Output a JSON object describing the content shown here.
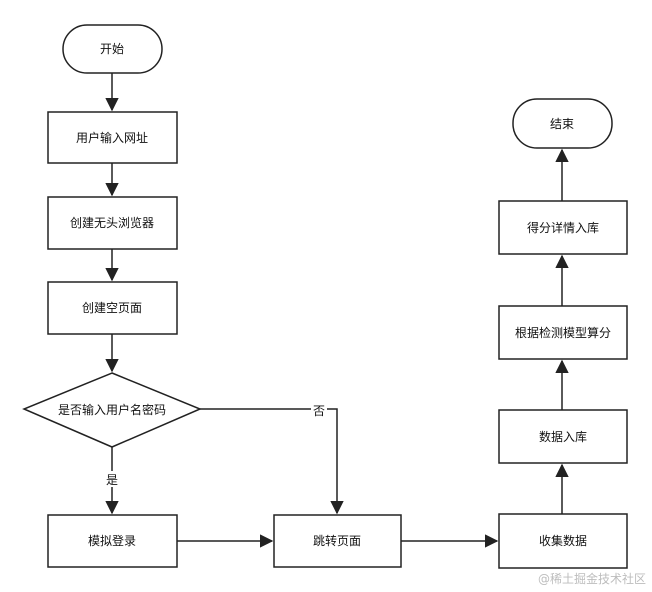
{
  "nodes": {
    "start": "开始",
    "input_url": "用户输入网址",
    "create_browser": "创建无头浏览器",
    "create_page": "创建空页面",
    "decision": "是否输入用户名密码",
    "simulate_login": "模拟登录",
    "jump_page": "跳转页面",
    "collect_data": "收集数据",
    "store_data": "数据入库",
    "compute_score": "根据检测模型算分",
    "store_score": "得分详情入库",
    "end": "结束"
  },
  "edges": {
    "yes": "是",
    "no": "否"
  },
  "watermark": "@稀土掘金技术社区",
  "colors": {
    "stroke": "#222222",
    "fill": "#ffffff",
    "text": "#111111",
    "watermark": "#bdbdbd"
  }
}
